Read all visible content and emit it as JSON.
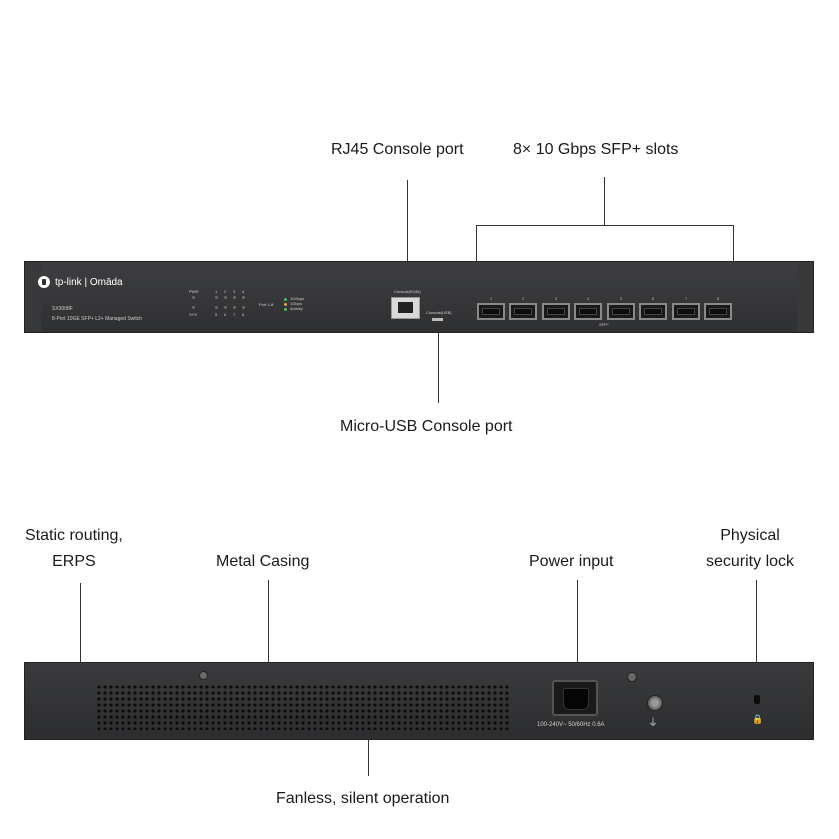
{
  "callouts": {
    "rj45_console": "RJ45 Console port",
    "sfp_slots": "8× 10 Gbps SFP+ slots",
    "micro_usb_console": "Micro-USB Console port",
    "static_routing_line1": "Static routing,",
    "static_routing_line2": "ERPS",
    "metal_casing": "Metal Casing",
    "power_input": "Power input",
    "security_lock_line1": "Physical",
    "security_lock_line2": "security lock",
    "fanless": "Fanless, silent operation"
  },
  "front_panel": {
    "brand": "tp-link | Omāda",
    "model": "SX3008F",
    "description": "8-Port 10GE SFP+ L2+ Managed Switch",
    "led_pwr": "PWR",
    "led_sys": "SYS",
    "port_legend": "Port 1-8:",
    "legend_10g": "10Gbps",
    "legend_1g": "1Gbps",
    "legend_activity": "Activity",
    "console_rj45_label": "Console(RJ45)",
    "console_usb_label": "Console(USB)",
    "sfp_group_label": "SFP+",
    "sfp_ports": [
      "1",
      "2",
      "3",
      "4",
      "5",
      "6",
      "7",
      "8"
    ],
    "led_columns": [
      "1",
      "2",
      "3",
      "4"
    ],
    "led_columns_bottom": [
      "5",
      "6",
      "7",
      "8"
    ]
  },
  "rear_panel": {
    "power_rating": "100-240V~ 50/60Hz 0.6A",
    "ground_icon": "ground-icon",
    "lock_icon": "lock-icon"
  },
  "colors": {
    "chassis": "#333436",
    "led_green": "#46c34b",
    "led_amber": "#f0a030"
  }
}
